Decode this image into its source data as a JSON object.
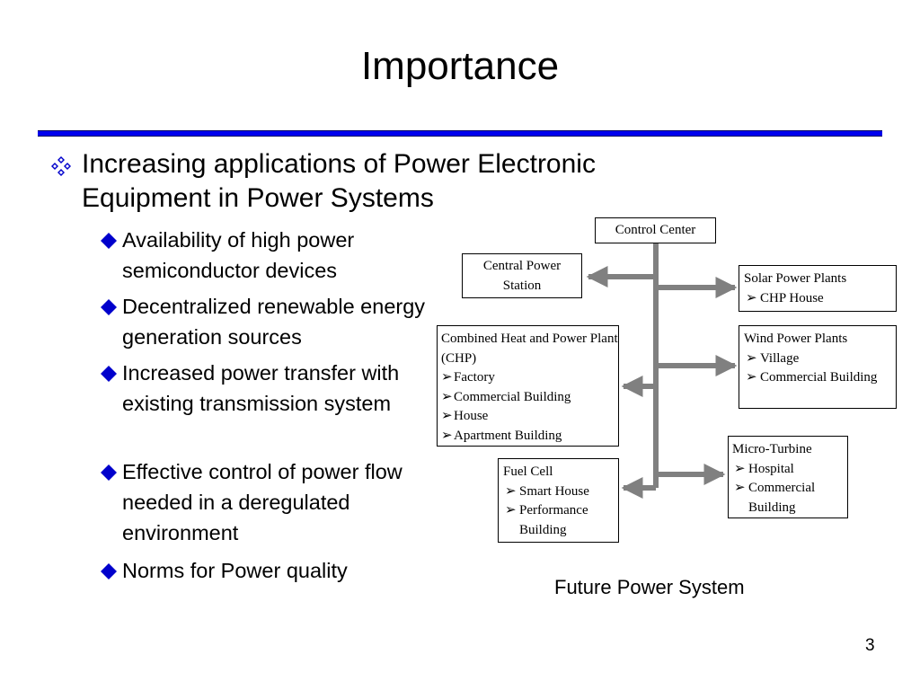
{
  "slide": {
    "title": "Importance",
    "page_number": "3",
    "main_bullet": "Increasing applications of Power Electronic Equipment in Power Systems",
    "sub_bullets": [
      "Availability of high power semiconductor devices",
      "Decentralized renewable energy generation sources",
      "Increased power transfer with existing transmission system",
      "Effective control of power flow needed in a deregulated environment",
      "Norms for Power quality"
    ],
    "colors": {
      "accent_rule": "#0000ee",
      "bullet": "#0000cc",
      "connector": "#808080"
    }
  },
  "diagram": {
    "caption": "Future Power System",
    "control_center": "Control Center",
    "central_power": "Central Power Station",
    "chp": {
      "head": "Combined Heat and Power Plant (CHP)",
      "items": [
        "Factory",
        "Commercial Building",
        "House",
        "Apartment Building"
      ]
    },
    "fuel_cell": {
      "head": "Fuel Cell",
      "items": [
        "Smart House",
        "Performance Building"
      ]
    },
    "solar": {
      "head": "Solar Power Plants",
      "items": [
        "CHP House"
      ]
    },
    "wind": {
      "head": "Wind Power Plants",
      "items": [
        "Village",
        "Commercial Building"
      ]
    },
    "micro": {
      "head": "Micro-Turbine",
      "items": [
        "Hospital",
        "Commercial Building"
      ]
    },
    "list_marker": "➢"
  }
}
